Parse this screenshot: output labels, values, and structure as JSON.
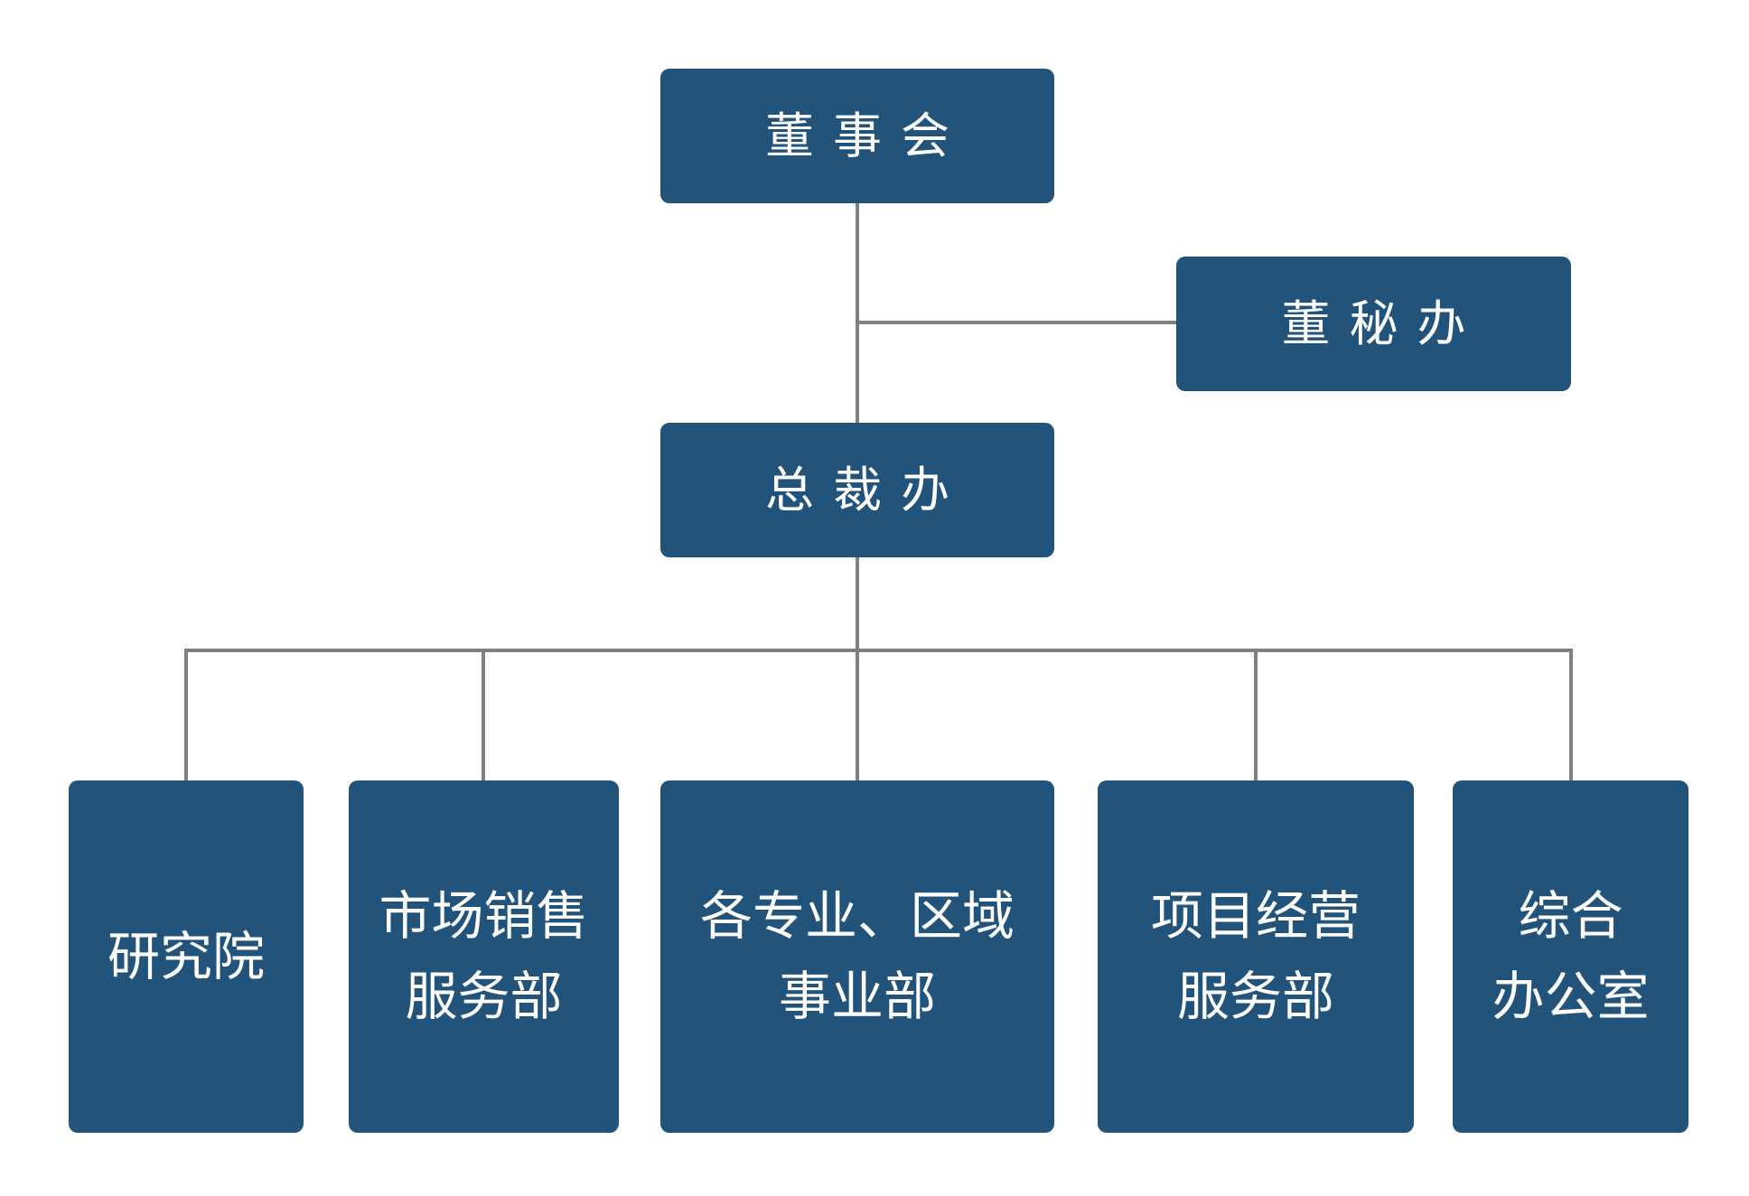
{
  "nodes": {
    "board": {
      "label": "董事会"
    },
    "board_secretary": {
      "label": "董秘办"
    },
    "president_office": {
      "label": "总裁办"
    },
    "departments": [
      {
        "lines": [
          "研究院"
        ]
      },
      {
        "lines": [
          "市场销售",
          "服务部"
        ]
      },
      {
        "lines": [
          "各专业、区域",
          "事业部"
        ]
      },
      {
        "lines": [
          "项目经营",
          "服务部"
        ]
      },
      {
        "lines": [
          "综合",
          "办公室"
        ]
      }
    ]
  },
  "colors": {
    "box": "#21537b",
    "text": "#ffffff",
    "connector": "#808080",
    "background": "#ffffff"
  }
}
